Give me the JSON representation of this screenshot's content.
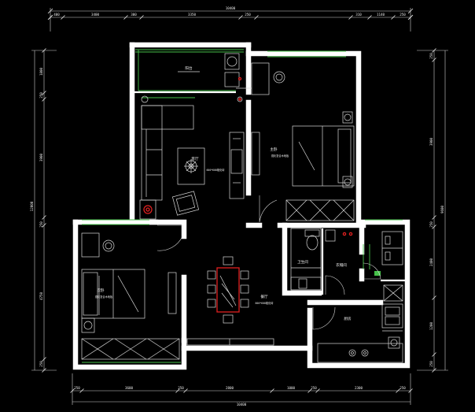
{
  "dimensions": {
    "top_overall": "10400",
    "top_segments": [
      "400",
      "3400",
      "300",
      "3350",
      "250",
      "310",
      "1140",
      "250"
    ],
    "bottom_overall": "10400",
    "bottom_segments": [
      "250",
      "3600",
      "250",
      "2800",
      "1000",
      "250",
      "2300",
      "250"
    ],
    "left_overall": "12000",
    "left_segments": [
      "1800",
      "250",
      "3900",
      "250",
      "4750",
      "250"
    ],
    "right_overall": "9600",
    "right_segments": [
      "250",
      "3900",
      "250",
      "2400",
      "1200",
      "250"
    ]
  },
  "rooms": {
    "balcony": {
      "name": "阳台",
      "sub": ""
    },
    "living": {
      "name": "客厅",
      "sub": "600*600玻化砖"
    },
    "master": {
      "name": "主卧",
      "sub": "强化复合木地板"
    },
    "bath": {
      "name": "卫生间",
      "sub": ""
    },
    "laundry": {
      "name": "衣帽间",
      "sub": ""
    },
    "second": {
      "name": "次卧",
      "sub": "强化复合木地板"
    },
    "dining": {
      "name": "餐厅",
      "sub": "600*600玻化砖"
    },
    "kitchen": {
      "name": "厨房",
      "sub": ""
    }
  },
  "colors": {
    "background": "#000000",
    "wall": "#ffffff",
    "window": "#46c24a",
    "accent": "#e02020"
  },
  "icons": {
    "fire-hydrant": "fire-hydrant-icon",
    "rug": "rug-flower-icon"
  }
}
